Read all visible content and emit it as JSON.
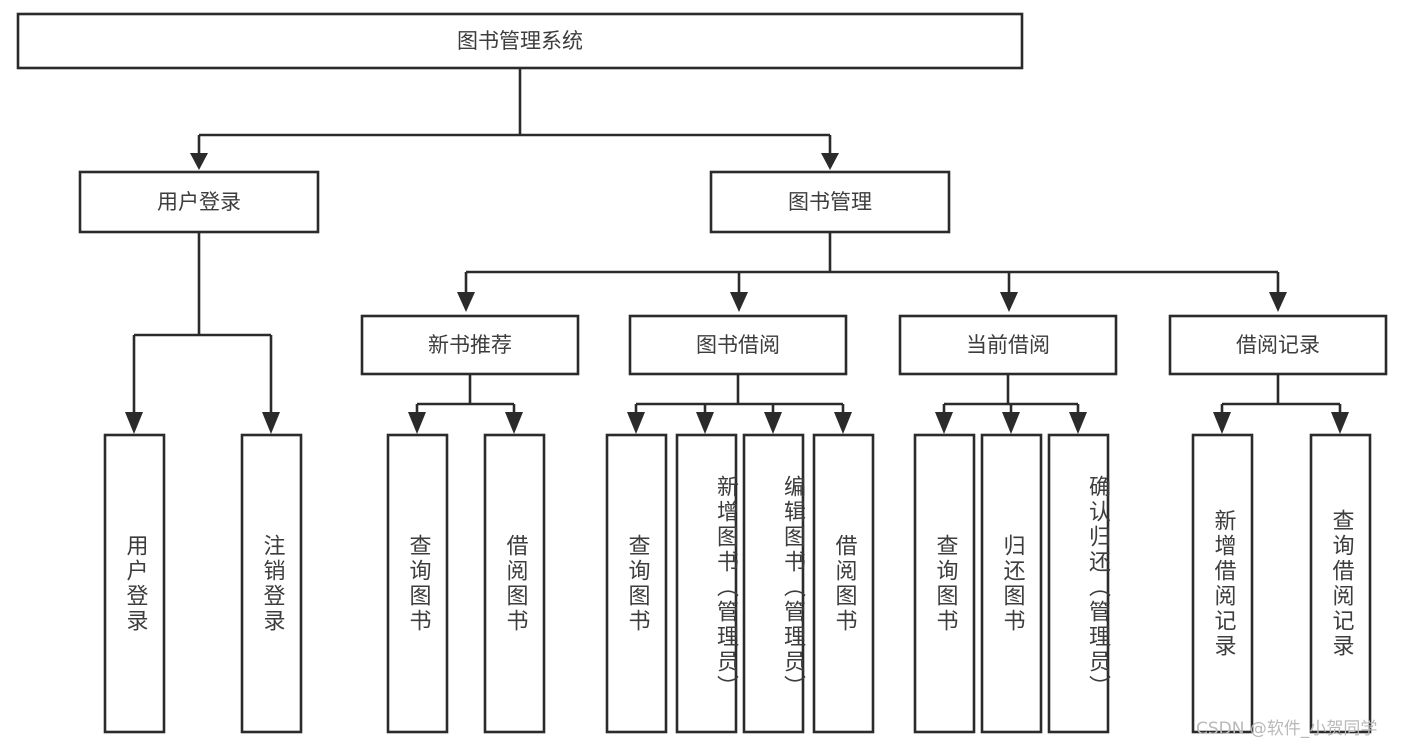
{
  "diagram": {
    "title": "图书管理系统",
    "watermark": "CSDN @软件_小贺同学",
    "colors": {
      "background": "#ffffff",
      "stroke": "#2b2b2b",
      "text": "#3d3d3d",
      "watermark": "#b9b9b9"
    },
    "root": {
      "label": "图书管理系统"
    },
    "level2": [
      {
        "label": "用户登录"
      },
      {
        "label": "图书管理"
      }
    ],
    "level3": [
      {
        "label": "新书推荐"
      },
      {
        "label": "图书借阅"
      },
      {
        "label": "当前借阅"
      },
      {
        "label": "借阅记录"
      }
    ],
    "leaves": {
      "user_login": [
        {
          "label": "用户登录"
        },
        {
          "label": "注销登录"
        }
      ],
      "new_book_recommend": [
        {
          "label": "查询图书"
        },
        {
          "label": "借阅图书"
        }
      ],
      "book_borrow": [
        {
          "label": "查询图书"
        },
        {
          "label": "新增图书（管理员）"
        },
        {
          "label": "编辑图书（管理员）"
        },
        {
          "label": "借阅图书"
        }
      ],
      "current_borrow": [
        {
          "label": "查询图书"
        },
        {
          "label": "归还图书"
        },
        {
          "label": "确认归还（管理员）"
        }
      ],
      "borrow_record": [
        {
          "label": "新增借阅记录"
        },
        {
          "label": "查询借阅记录"
        }
      ]
    }
  }
}
